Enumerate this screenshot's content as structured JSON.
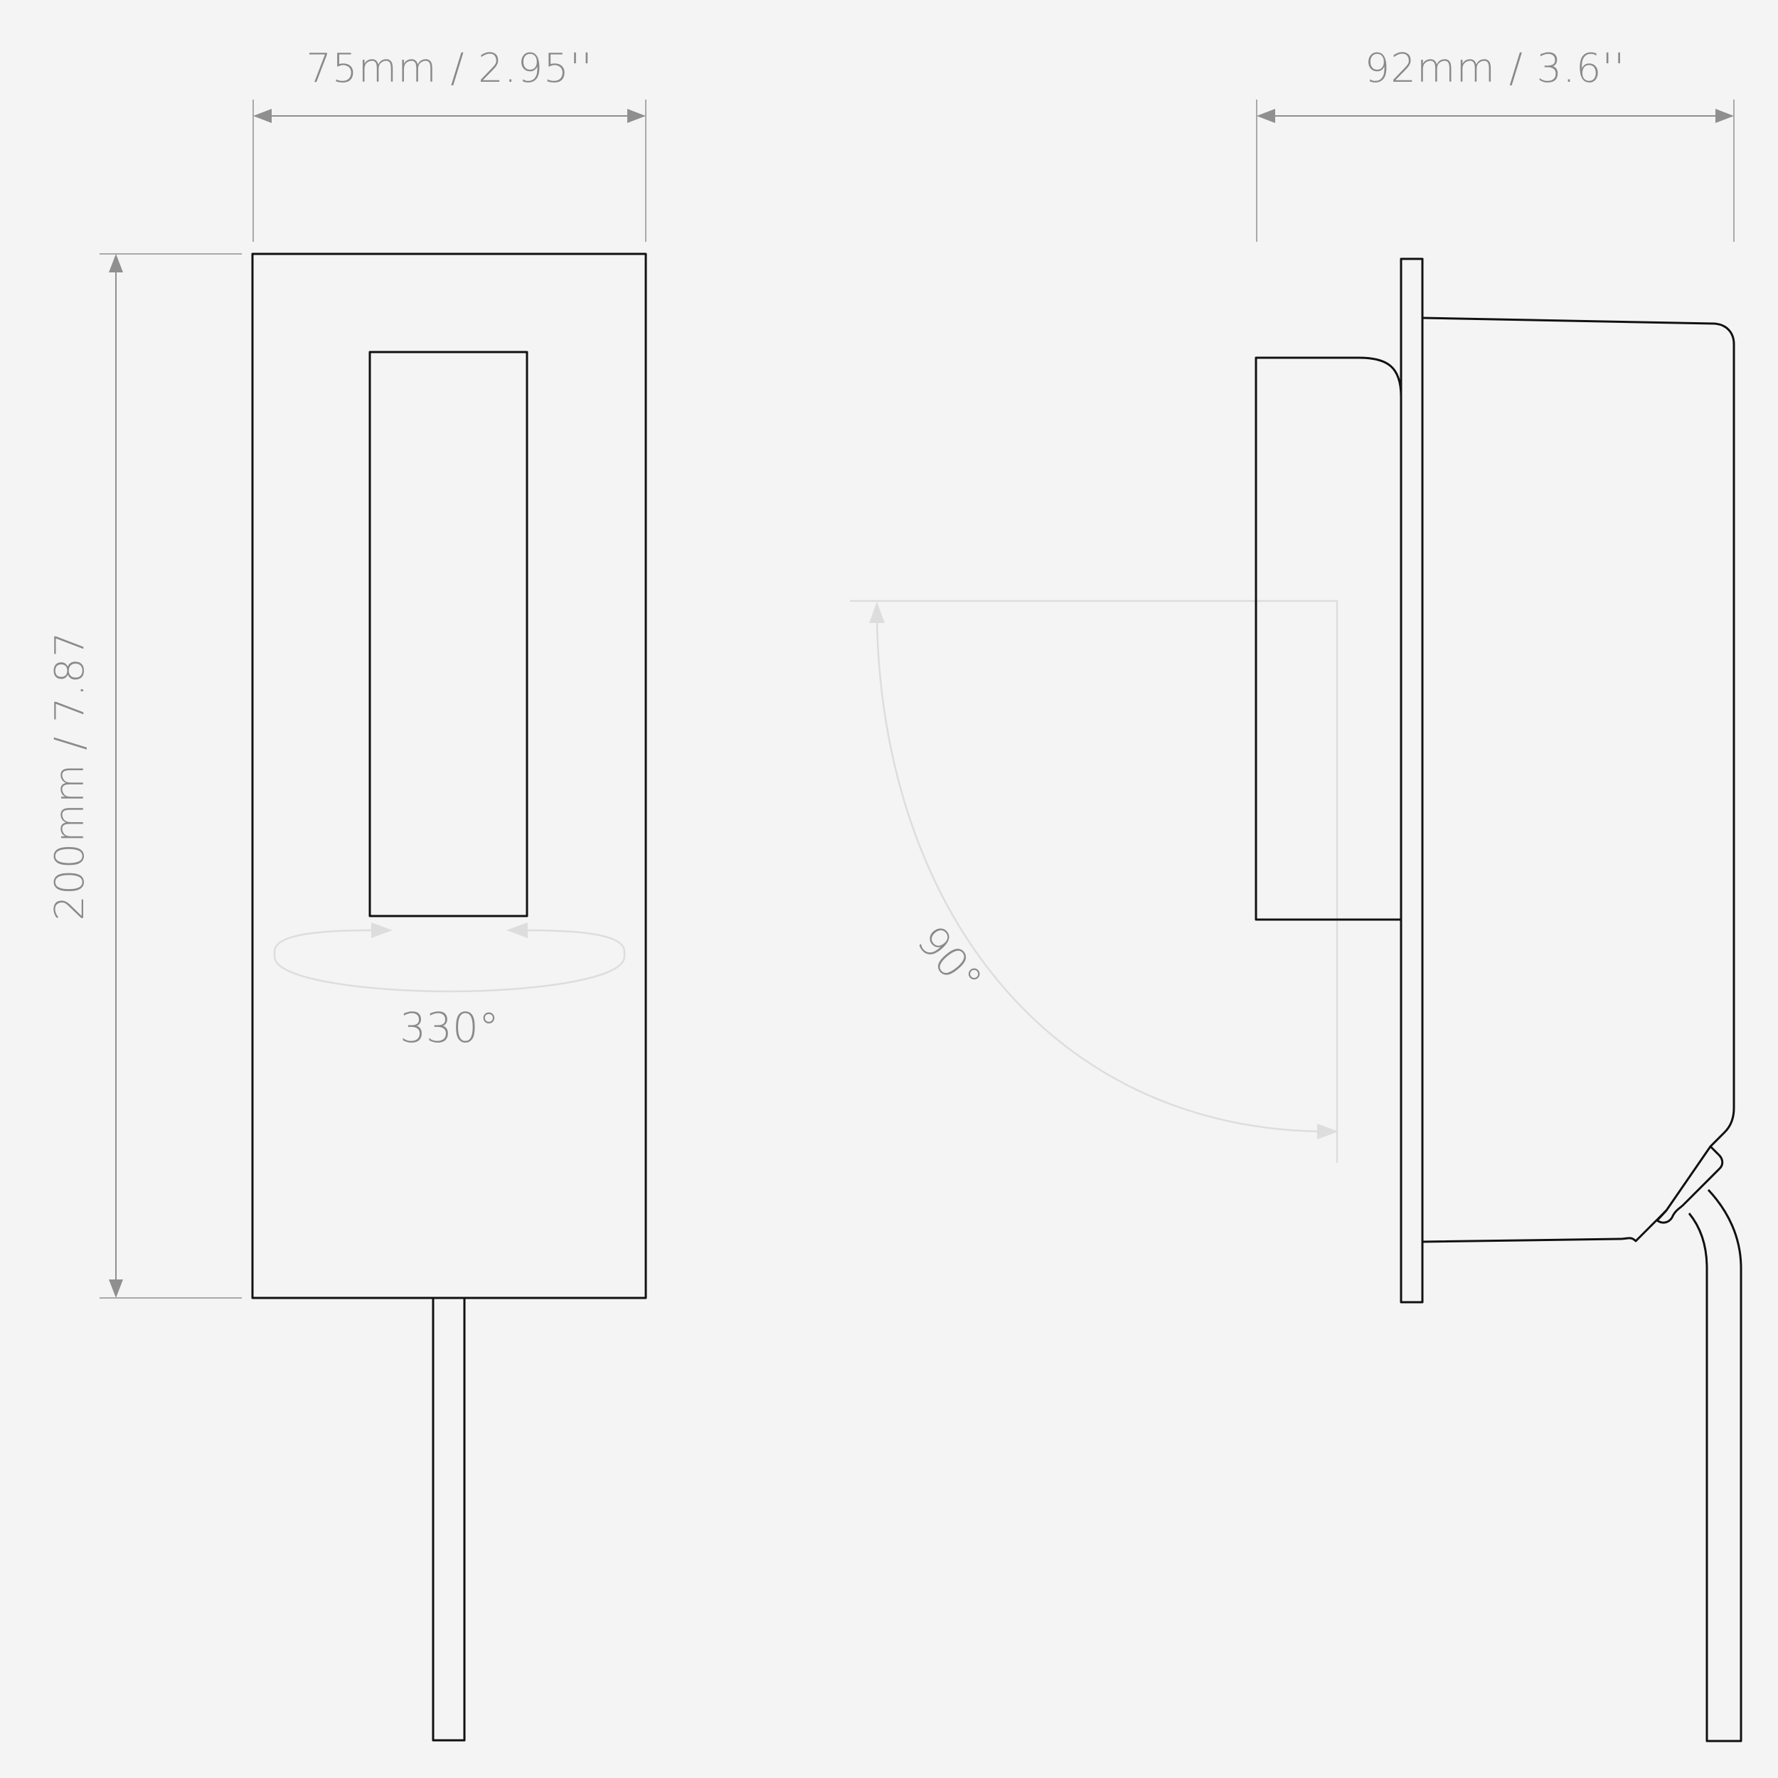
{
  "front_view": {
    "width_label": "75mm / 2.95''",
    "height_label": "200mm / 7.87",
    "rotation_label": "330°"
  },
  "side_view": {
    "depth_label": "92mm / 3.6''",
    "tilt_label": "90°"
  },
  "colors": {
    "background": "#f4f4f4",
    "object_outline": "#111111",
    "dimension_text": "#8a8a8a",
    "rotation_indicator": "#dddddd"
  }
}
